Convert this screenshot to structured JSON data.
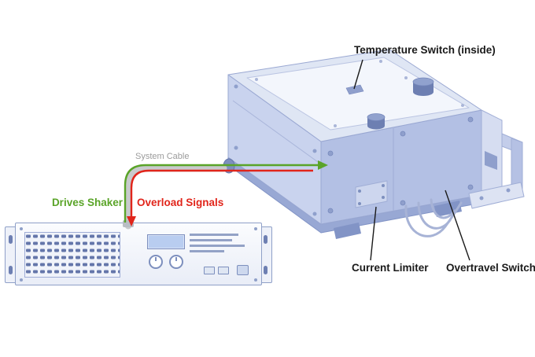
{
  "labels": {
    "temperature_switch": "Temperature Switch (inside)",
    "system_cable": "System Cable",
    "drives_shaker": "Drives Shaker",
    "overload_signals": "Overload Signals",
    "current_limiter": "Current Limiter",
    "overtravel_switch": "Overtravel Switch"
  },
  "colors": {
    "drive_arrow_green": "#5aa428",
    "overload_arrow_red": "#e1251b",
    "system_cable_gray": "#c8cacc",
    "label_text_black": "#1a1a1a",
    "system_cable_label_gray": "#9b9b9b",
    "shaker_body_blue_light": "#dfe6f4",
    "shaker_body_blue_mid": "#c9d3ee",
    "shaker_body_blue_dark": "#b3c0e4",
    "amp_outline": "#8fa0c8"
  }
}
